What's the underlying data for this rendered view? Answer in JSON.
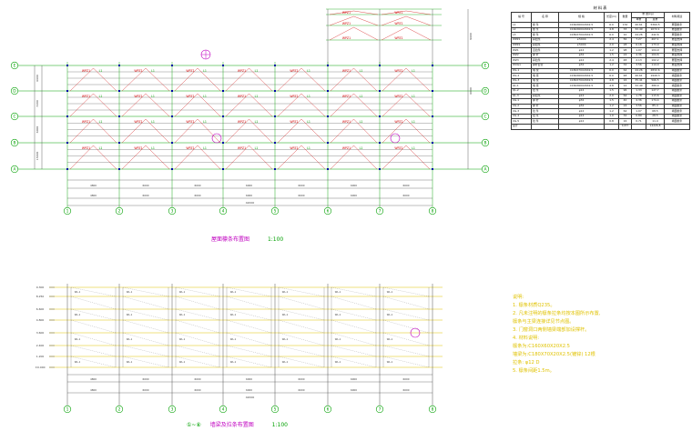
{
  "plan_top": {
    "title": "屋面檩条布置图",
    "scale": "1:100",
    "truss_label": "WPZ1",
    "purlin_label": "L1",
    "axis_cols": [
      "1",
      "2",
      "3",
      "4",
      "5",
      "6",
      "7",
      "8"
    ],
    "axis_rows": [
      "A",
      "B",
      "C",
      "D",
      "E"
    ],
    "col_dims": [
      "4800",
      "6000",
      "6000",
      "6000",
      "6000",
      "6000",
      "6000"
    ],
    "total_dim": "42000",
    "left_dims": [
      "15600",
      "6000",
      "7200",
      "6600"
    ],
    "top_right_dim": "9600"
  },
  "plan_bottom": {
    "title": "墙梁及拉条布置图",
    "title_marks": "①~⑧",
    "scale": "1:100",
    "beam_label": "WL-1",
    "elevations": [
      "9.300",
      "8.250",
      "6.600",
      "4.800",
      "3.600",
      "2.400",
      "1.200",
      "±0.000"
    ],
    "col_dims": [
      "4800",
      "6000",
      "6000",
      "6000",
      "6000",
      "6000",
      "6000"
    ],
    "total_dim": "42000"
  },
  "table": {
    "title": "材 料 表",
    "headers": [
      "编 号",
      "名 称",
      "规 格",
      "长度(m)",
      "数量",
      "单重",
      "总重",
      "材料用途"
    ],
    "group_header": "重 量(kg)",
    "rows": [
      [
        "L1",
        "檩 条",
        "C160X60X20X2.5",
        "6.0",
        "132",
        "40.61",
        "5360.5",
        "屋面檩条"
      ],
      [
        "L2",
        "檩 条",
        "C160X60X20X2.5",
        "4.8",
        "33",
        "32.49",
        "1072.1",
        "屋面檩条"
      ],
      [
        "L3",
        "檩 条",
        "C180X70X20X2.5",
        "6.0",
        "10",
        "44.26",
        "442.6",
        "屋面檩条"
      ],
      [
        "WPZ1",
        "斜拉条",
        "∠50X4",
        "2.4",
        "56",
        "7.27",
        "407.1",
        "屋面支撑"
      ],
      [
        "WPZ2",
        "斜拉条",
        "∠50X4",
        "2.0",
        "28",
        "6.18",
        "173.0",
        "屋面支撑"
      ],
      [
        "WZ1",
        "直拉条",
        "φ12",
        "1.2",
        "98",
        "1.07",
        "104.9",
        "屋面支撑"
      ],
      [
        "WZ2",
        "撑 杆",
        "φ32",
        "1.5",
        "24",
        "4.36",
        "104.6",
        "屋面支撑"
      ],
      [
        "WZ3",
        "斜拉条",
        "φ12",
        "2.4",
        "48",
        "2.13",
        "102.2",
        "屋面支撑"
      ],
      [
        "WXG1",
        "撑杆套管",
        "φ32",
        "1.2",
        "32",
        "3.56",
        "114.0",
        "屋面支撑"
      ],
      [
        "WL-1",
        "墙 梁",
        "C180X70X20X2.5",
        "6.0",
        "64",
        "44.26",
        "2832.6",
        "墙面檩条"
      ],
      [
        "WL-2",
        "墙 梁",
        "C160X60X20X2.5",
        "6.0",
        "48",
        "40.61",
        "1949.3",
        "墙面檩条"
      ],
      [
        "WL-3",
        "墙 梁",
        "C180X70X20X2.5",
        "4.8",
        "16",
        "35.41",
        "566.5",
        "墙面檩条"
      ],
      [
        "QL-1",
        "墙 梁",
        "C160X60X20X2.5",
        "4.8",
        "12",
        "32.49",
        "389.9",
        "墙面檩条"
      ],
      [
        "QL-2",
        "拉 条",
        "φ12",
        "1.5",
        "96",
        "1.33",
        "127.7",
        "墙面檩条"
      ],
      [
        "QL-3",
        "斜拉条",
        "φ12",
        "2.0",
        "64",
        "1.78",
        "113.6",
        "墙面檩条"
      ],
      [
        "XG-1",
        "撑 杆",
        "φ32",
        "1.5",
        "40",
        "4.36",
        "174.4",
        "墙面檩条"
      ],
      [
        "XG-2",
        "撑 杆",
        "φ32",
        "1.2",
        "24",
        "3.56",
        "85.4",
        "墙面檩条"
      ],
      [
        "XG-3",
        "拉 条",
        "φ12",
        "1.2",
        "64",
        "1.07",
        "68.5",
        "墙面檩条"
      ],
      [
        "XG-4",
        "拉 条",
        "φ12",
        "1.0",
        "32",
        "0.89",
        "28.5",
        "墙面檩条"
      ],
      [
        "XG-5",
        "拉 条",
        "φ12",
        "0.8",
        "16",
        "0.71",
        "11.4",
        "墙面檩条"
      ]
    ],
    "total_label": "总计",
    "total_weight": "14226.8",
    "total_count": "1037"
  },
  "notes": {
    "title": "说明:",
    "lines": [
      "1. 檩条材质Q235。",
      "2. 凡未注明的檩条拉条均按本图所示布置,",
      "   檩条与主梁连接详见节点图。",
      "3. 门窗洞口两侧墙梁端部加设撑杆。",
      "4. 材料说明:",
      "   檩条为:C160X60X20X2.5",
      "   墙梁为:C180X70X20X2.5(镀锌)   12根",
      "   拉条: φ12                  D",
      "5. 檩条间距1.5m。"
    ]
  },
  "colors": {
    "axis": "#00a000",
    "member": "#d00000",
    "purlin": "#00a000",
    "note": "#e0c200",
    "highlight": "#c000c0",
    "line": "#404040"
  }
}
